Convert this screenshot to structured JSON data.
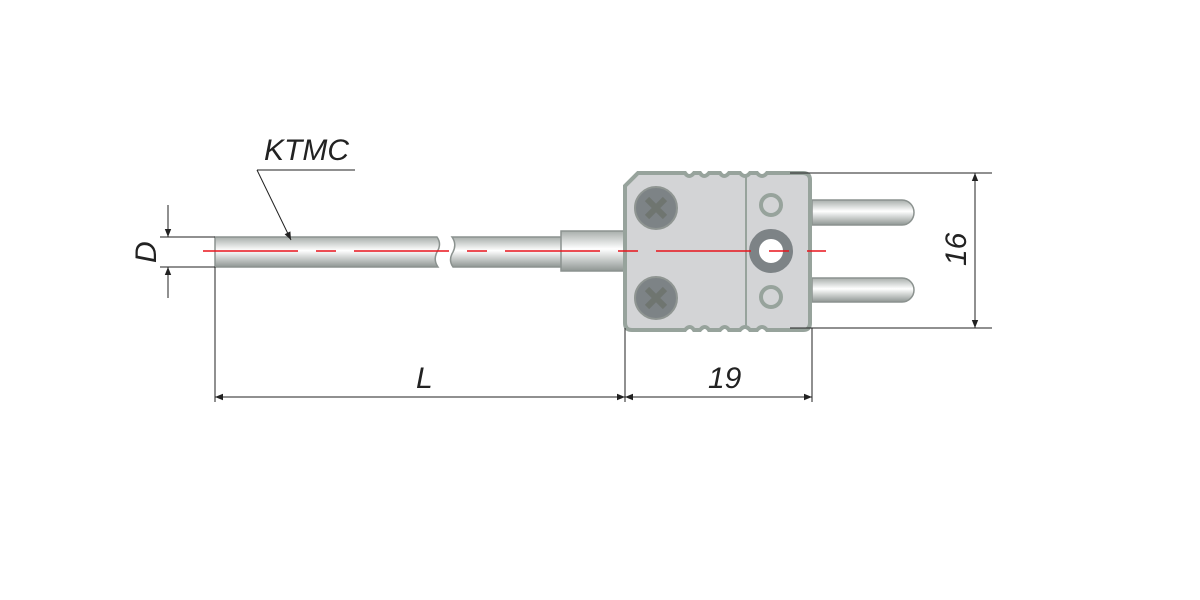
{
  "labels": {
    "cable_type": "KTMC",
    "diameter": "D",
    "length": "L",
    "connector_length": "19",
    "connector_height": "16"
  },
  "colors": {
    "centerline": "#e8141c",
    "body": "#d3d4d6",
    "outline": "#97a39c",
    "screw": "#7d8386",
    "line": "#222222"
  }
}
